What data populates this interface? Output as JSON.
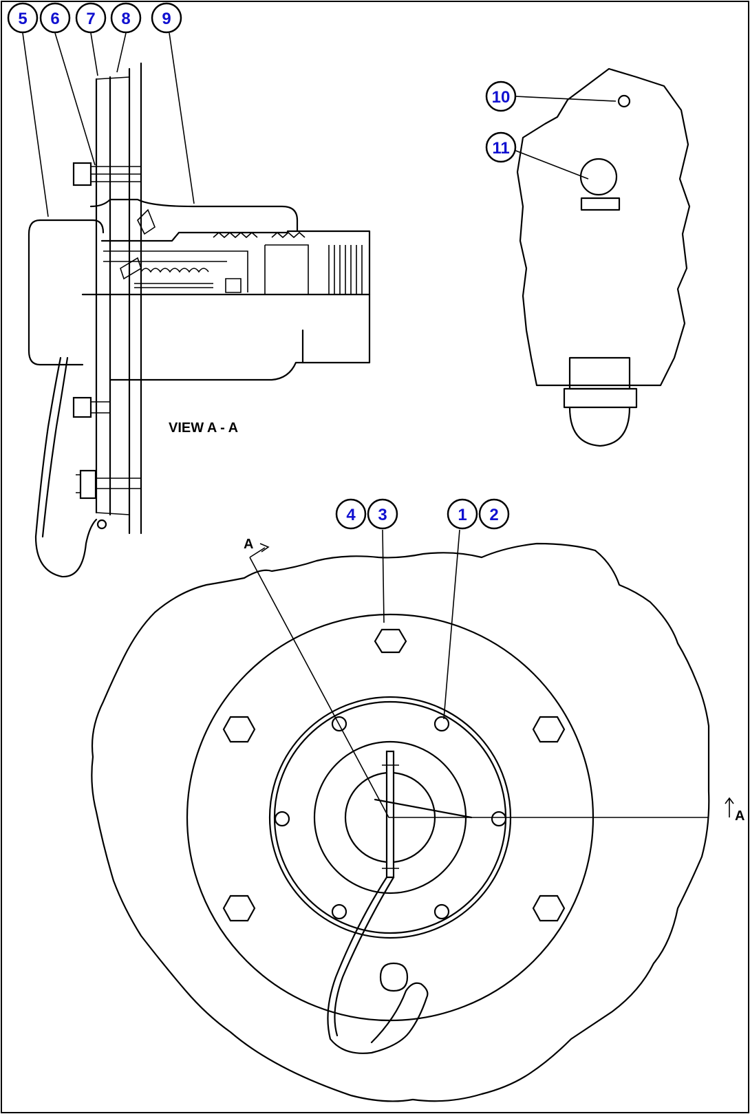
{
  "view_label": "VIEW A - A",
  "section_marks": {
    "left": "A",
    "right": "A"
  },
  "callouts": {
    "c5": "5",
    "c6": "6",
    "c7": "7",
    "c8": "8",
    "c9": "9",
    "c10": "10",
    "c11": "11",
    "c4": "4",
    "c3": "3",
    "c1": "1",
    "c2": "2"
  },
  "colors": {
    "callout_text": "#1010d0",
    "line": "#000000",
    "background": "#ffffff"
  }
}
